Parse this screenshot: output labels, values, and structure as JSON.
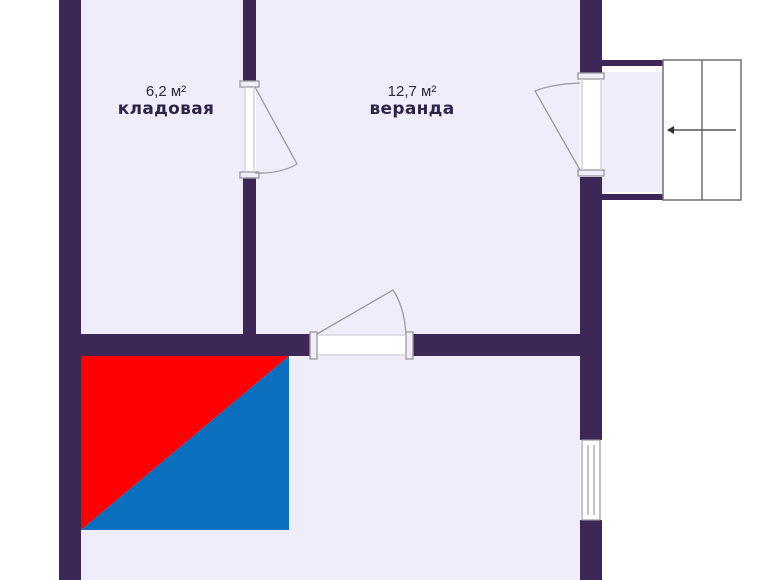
{
  "floorplan": {
    "colors": {
      "wall": "#3d2756",
      "floor": "#efedf9",
      "background": "#ffffff",
      "door_line": "#9a9a9a",
      "logo_red": "#ff0000",
      "logo_blue": "#0a6fbf"
    },
    "rooms": [
      {
        "id": "storage",
        "area": "6,2 м²",
        "name": "кладовая"
      },
      {
        "id": "veranda",
        "area": "12,7 м²",
        "name": "веранда"
      },
      {
        "id": "room-bottom",
        "area": "",
        "name": ""
      }
    ],
    "stairs": {
      "direction": "left",
      "icon": "arrow-left-icon"
    },
    "logo": {
      "colors": [
        "#ff0000",
        "#0a6fbf"
      ]
    }
  }
}
